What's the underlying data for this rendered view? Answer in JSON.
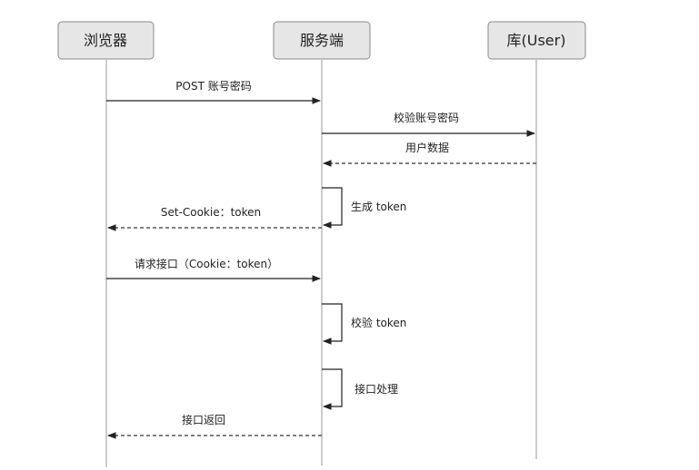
{
  "participants": {
    "browser": "浏览器",
    "server": "服务端",
    "db": "库(User)"
  },
  "messages": {
    "post_credentials": "POST 账号密码",
    "verify_credentials": "校验账号密码",
    "user_data": "用户数据",
    "gen_token": "生成 token",
    "set_cookie": "Set-Cookie：token",
    "request_api": "请求接口（Cookie：token）",
    "verify_token": "校验 token",
    "handle_api": "接口处理",
    "api_return": "接口返回"
  }
}
